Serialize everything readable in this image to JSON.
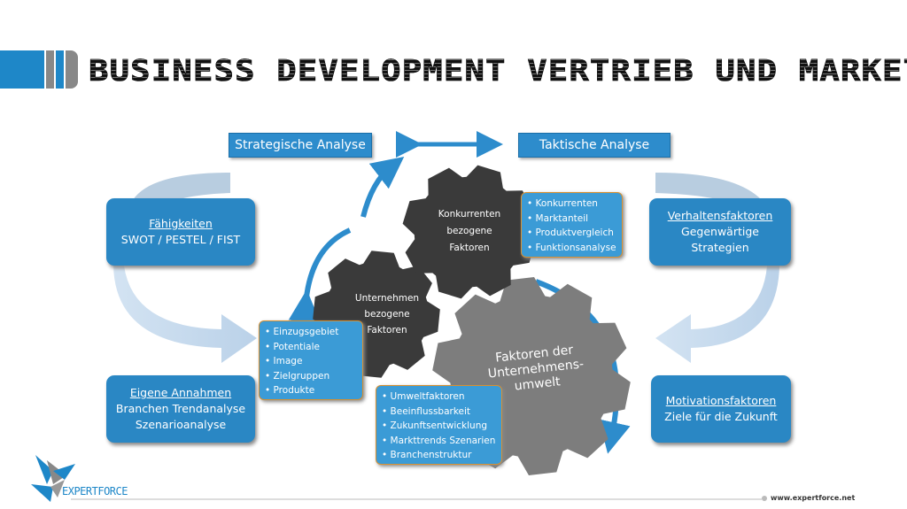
{
  "title": "BUSINESS DEVELOPMENT VERTRIEB UND MARKETING",
  "headers": {
    "strategic": "Strategische Analyse",
    "tactical": "Taktische Analyse"
  },
  "cards": {
    "faehigkeiten": {
      "title": "Fähigkeiten",
      "line1": "SWOT / PESTEL / FIST"
    },
    "verhalten": {
      "title": "Verhaltensfaktoren",
      "line1": "Gegenwärtige",
      "line2": "Strategien"
    },
    "annahmen": {
      "title": "Eigene Annahmen",
      "line1": "Branchen Trendanalyse",
      "line2": "Szenarioanalyse"
    },
    "motivation": {
      "title": "Motivationsfaktoren",
      "line1": "Ziele für die Zukunft"
    }
  },
  "gears": {
    "konkurrenten": [
      "Konkurrenten",
      "bezogene",
      "Faktoren"
    ],
    "unternehmen": [
      "Unternehmen",
      "bezogene",
      "Faktoren"
    ],
    "umwelt": [
      "Faktoren der",
      "Unternehmens-",
      "umwelt"
    ]
  },
  "lists": {
    "konkurrenten": [
      "Konkurrenten",
      "Marktanteil",
      "Produktvergleich",
      "Funktionsanalyse"
    ],
    "unternehmen": [
      "Einzugsgebiet",
      "Potentiale",
      "Image",
      "Zielgruppen",
      "Produkte"
    ],
    "umwelt": [
      "Umweltfaktoren",
      "Beeinflussbarkeit",
      "Zukunftsentwicklung",
      "Markttrends Szenarien",
      "Branchenstruktur"
    ]
  },
  "footer": {
    "logo_text": "EXPERTFORCE",
    "url": "www.expertforce.net"
  },
  "colors": {
    "blue": "#2a87c4",
    "dark_gear": "#3a3a3a",
    "grey_gear": "#7d7d7d",
    "orange": "#d89030"
  }
}
